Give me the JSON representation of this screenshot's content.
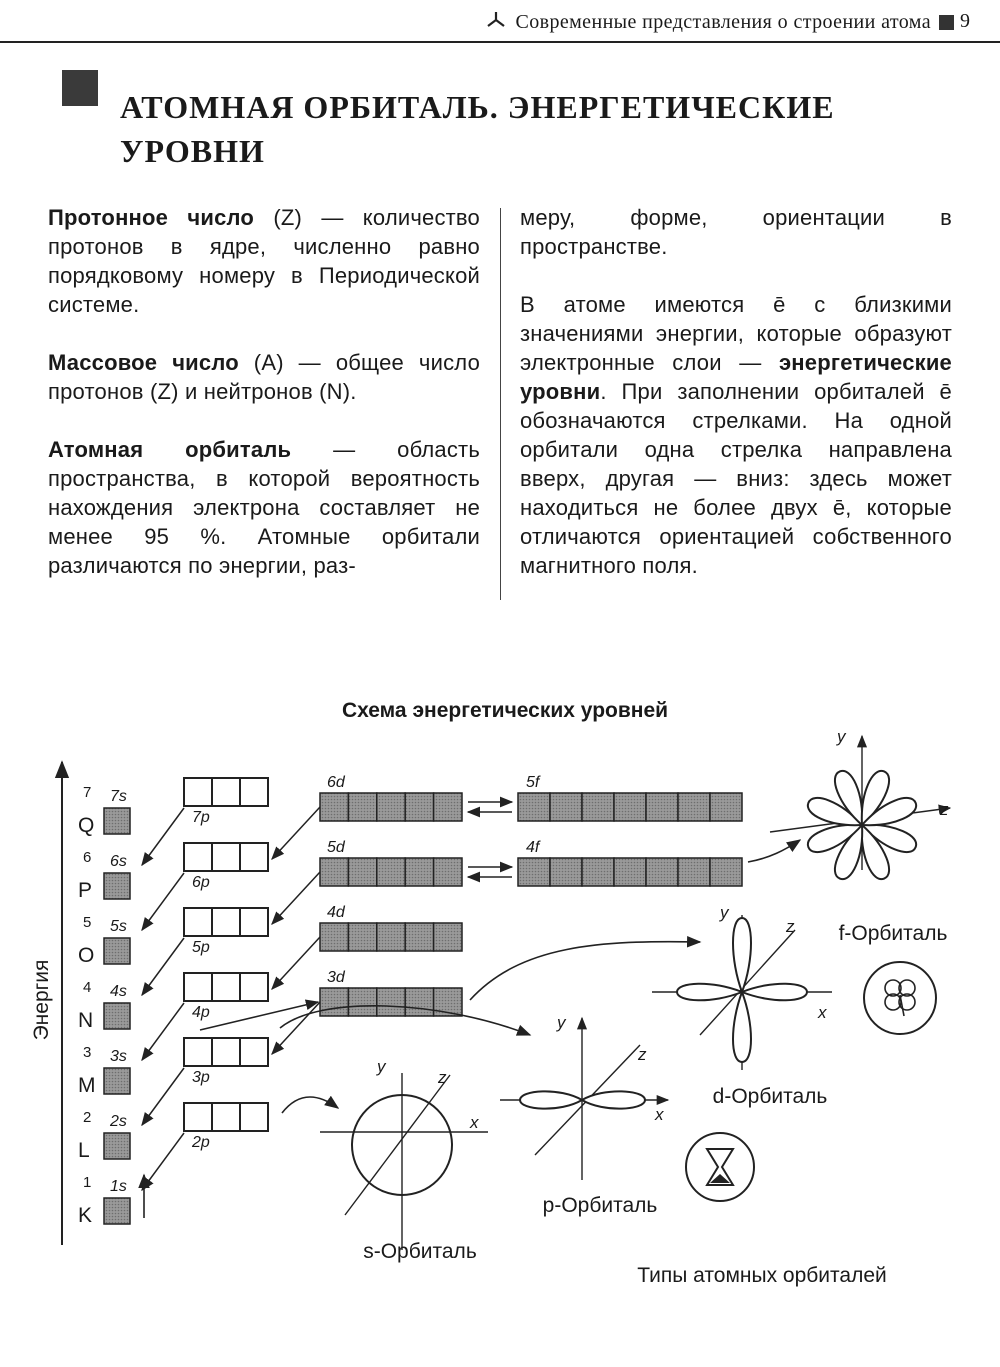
{
  "header": {
    "running_title": "Современные представления о строении атома",
    "page_number": "9"
  },
  "title": "АТОМНАЯ ОРБИТАЛЬ. ЭНЕРГЕТИЧЕСКИЕ УРОВНИ",
  "left_column": {
    "p1_term": "Протонное число",
    "p1_text": " (Z) — количество протонов в ядре, численно равно порядковому номеру в Периодической системе.",
    "p2_term": "Массовое число",
    "p2_text": " (A) — общее число протонов (Z) и нейтронов (N).",
    "p3_term": "Атомная орбиталь",
    "p3_text": " — область пространства, в которой вероятность нахождения электрона составляет не менее 95 %. Атомные орбитали различаются по энергии, раз-"
  },
  "right_column": {
    "p1_text": "меру, форме, ориентации в пространстве.",
    "p2_text_a": "В атоме имеются ē с близкими значениями энергии, которые образуют электронные слои — ",
    "p2_term": "энергетические уровни",
    "p2_text_b": ". При заполнении орбиталей ē обозначаются стрелками. На одной орбитали одна стрелка направлена вверх, другая — вниз: здесь может находиться не более двух ē, которые отличаются ориентацией собственного магнитного поля."
  },
  "diagram": {
    "title": "Схема энергетических уровней",
    "axis_label": "Энергия",
    "levels": [
      {
        "num": "1",
        "letter": "K",
        "s": "1s"
      },
      {
        "num": "2",
        "letter": "L",
        "s": "2s"
      },
      {
        "num": "3",
        "letter": "M",
        "s": "3s"
      },
      {
        "num": "4",
        "letter": "N",
        "s": "4s"
      },
      {
        "num": "5",
        "letter": "O",
        "s": "5s"
      },
      {
        "num": "6",
        "letter": "P",
        "s": "6s"
      },
      {
        "num": "7",
        "letter": "Q",
        "s": "7s"
      }
    ],
    "p_labels": [
      "2p",
      "3p",
      "4p",
      "5p",
      "6p",
      "7p"
    ],
    "d_labels": [
      "3d",
      "4d",
      "5d",
      "6d"
    ],
    "f_labels": [
      "4f",
      "5f"
    ],
    "orbitals": {
      "s": "s-Орбиталь",
      "p": "p-Орбиталь",
      "d": "d-Орбиталь",
      "f": "f-Орбиталь"
    },
    "axes": {
      "x": "x",
      "y": "y",
      "z": "z"
    },
    "caption": "Типы атомных орбиталей"
  }
}
